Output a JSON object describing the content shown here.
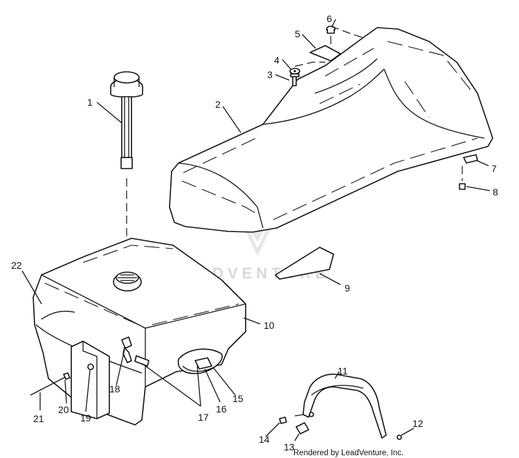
{
  "part_numbers": [
    "1",
    "2",
    "3",
    "4",
    "5",
    "6",
    "7",
    "8",
    "9",
    "10",
    "11",
    "12",
    "13",
    "14",
    "15",
    "16",
    "17",
    "18",
    "19",
    "20",
    "21",
    "22"
  ],
  "watermark": "LEADVENTURE",
  "footer": "Rendered by LeadVenture, Inc."
}
